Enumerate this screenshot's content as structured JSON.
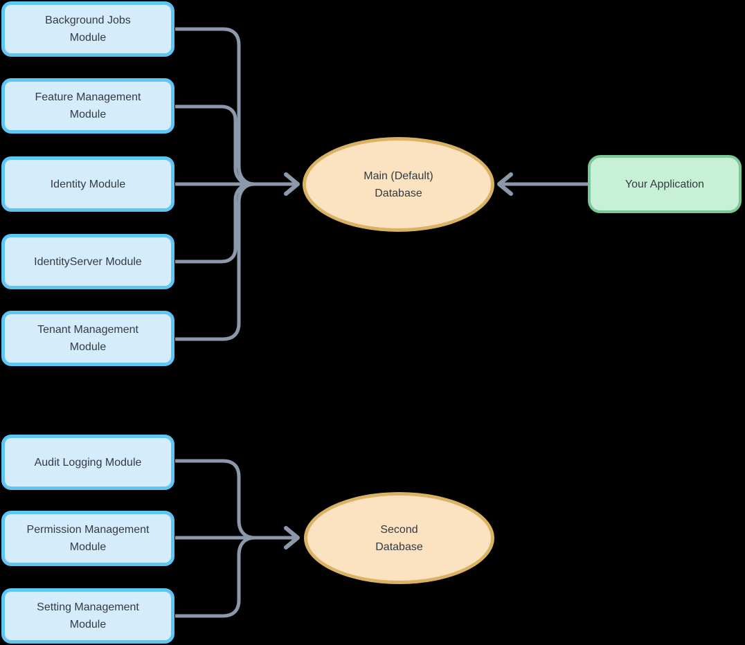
{
  "colors": {
    "background": "#000000",
    "module-fill": "#d5ecfc",
    "module-border": "#5ec6f5",
    "db-fill": "#fbe2c0",
    "db-border": "#d9b262",
    "app-fill": "#c8f0d7",
    "app-border": "#7cc898",
    "edge": "#8c99ab",
    "text": "#333a42"
  },
  "top_group": {
    "modules": [
      "Background Jobs Module",
      "Feature Management Module",
      "Identity Module",
      "IdentityServer Module",
      "Tenant Management Module"
    ],
    "database": {
      "line1": "Main (Default)",
      "line2": "Database"
    },
    "application": {
      "label": "Your Application"
    }
  },
  "bottom_group": {
    "modules": [
      "Audit Logging Module",
      "Permission Management Module",
      "Setting Management Module"
    ],
    "database": {
      "line1": "Second",
      "line2": "Database"
    }
  }
}
